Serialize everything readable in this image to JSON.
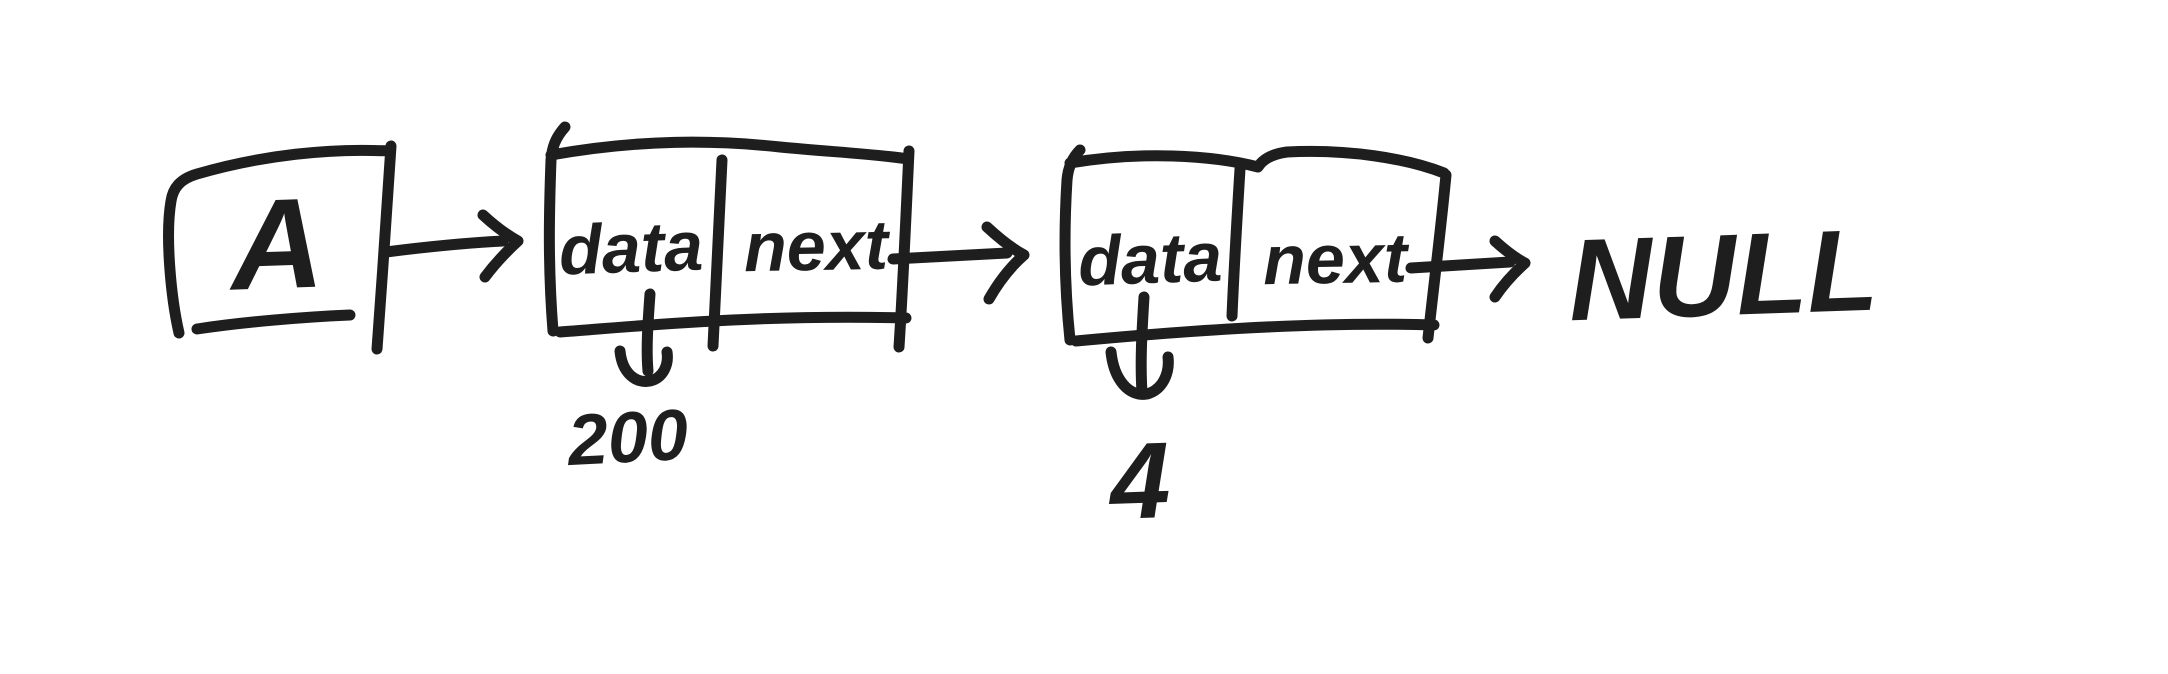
{
  "canvas": {
    "background": "#ffffff",
    "ink_color": "#1e1e1e"
  },
  "diagram": {
    "kind": "singly linked list sketch",
    "head": {
      "label": "A"
    },
    "nodes": [
      {
        "data_label": "data",
        "next_label": "next",
        "data_value": "200"
      },
      {
        "data_label": "data",
        "next_label": "next",
        "data_value": "4"
      }
    ],
    "terminator": "NULL",
    "links": [
      "head -> node1",
      "node1.data -> 200",
      "node1.next -> node2",
      "node2.data -> 4",
      "node2.next -> NULL"
    ]
  }
}
